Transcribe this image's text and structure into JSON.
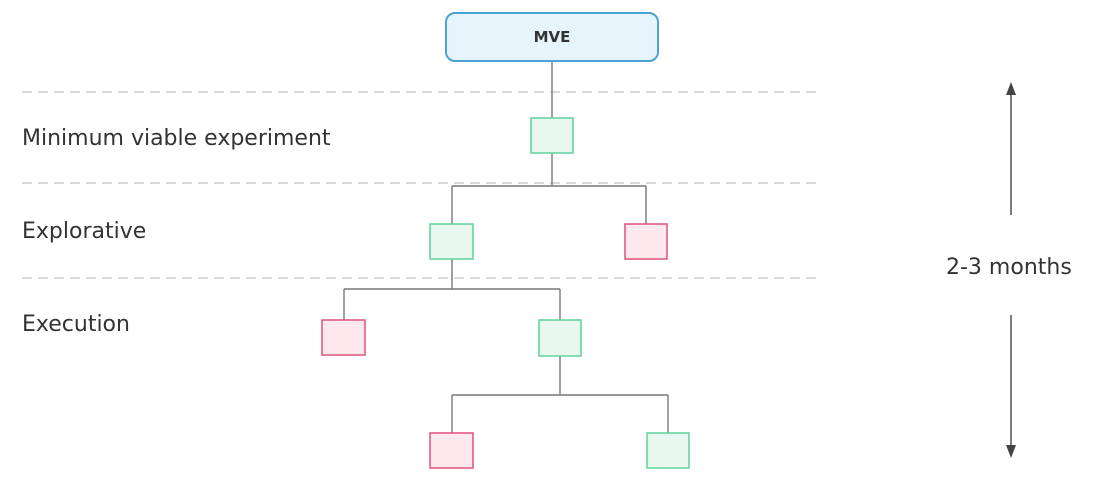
{
  "root": {
    "label": "MVE"
  },
  "stages": [
    {
      "id": "mve",
      "label": "Minimum viable experiment"
    },
    {
      "id": "explorative",
      "label": "Explorative"
    },
    {
      "id": "execution",
      "label": "Execution"
    }
  ],
  "duration": {
    "label": "2-3 months"
  },
  "nodes": [
    {
      "id": "n1",
      "status": "success"
    },
    {
      "id": "n2",
      "status": "success"
    },
    {
      "id": "n3",
      "status": "failure"
    },
    {
      "id": "n4",
      "status": "failure"
    },
    {
      "id": "n5",
      "status": "success"
    },
    {
      "id": "n6",
      "status": "failure"
    },
    {
      "id": "n7",
      "status": "success"
    }
  ],
  "colors": {
    "success_fill": "#e8f8ef",
    "success_stroke": "#5dd39b",
    "failure_fill": "#fde8ee",
    "failure_stroke": "#e0507a",
    "connector": "#777777",
    "divider": "#c4c4c4",
    "root_fill": "#e6f4fb",
    "root_stroke": "#4aa3d6"
  }
}
